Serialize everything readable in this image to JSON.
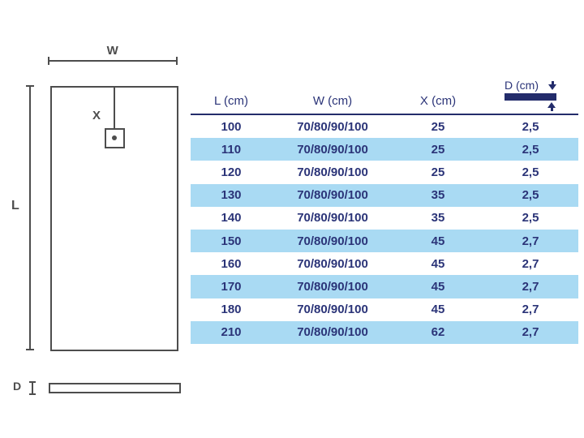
{
  "diagram": {
    "width_label": "W",
    "length_label": "L",
    "drain_position_label": "X",
    "depth_label": "D"
  },
  "table": {
    "headers": [
      {
        "label": "L (cm)"
      },
      {
        "label": "W (cm)"
      },
      {
        "label": "X (cm)"
      },
      {
        "label": "D (cm)"
      }
    ],
    "rows": [
      {
        "l": "100",
        "w": "70/80/90/100",
        "x": "25",
        "d": "2,5",
        "highlighted": false
      },
      {
        "l": "110",
        "w": "70/80/90/100",
        "x": "25",
        "d": "2,5",
        "highlighted": true
      },
      {
        "l": "120",
        "w": "70/80/90/100",
        "x": "25",
        "d": "2,5",
        "highlighted": false
      },
      {
        "l": "130",
        "w": "70/80/90/100",
        "x": "35",
        "d": "2,5",
        "highlighted": true
      },
      {
        "l": "140",
        "w": "70/80/90/100",
        "x": "35",
        "d": "2,5",
        "highlighted": false
      },
      {
        "l": "150",
        "w": "70/80/90/100",
        "x": "45",
        "d": "2,7",
        "highlighted": true
      },
      {
        "l": "160",
        "w": "70/80/90/100",
        "x": "45",
        "d": "2,7",
        "highlighted": false
      },
      {
        "l": "170",
        "w": "70/80/90/100",
        "x": "45",
        "d": "2,7",
        "highlighted": true
      },
      {
        "l": "180",
        "w": "70/80/90/100",
        "x": "45",
        "d": "2,7",
        "highlighted": false
      },
      {
        "l": "210",
        "w": "70/80/90/100",
        "x": "62",
        "d": "2,7",
        "highlighted": true
      }
    ]
  },
  "colors": {
    "navy_text": "#2b3478",
    "navy_bar": "#232c6b",
    "stripe_blue": "#a9daf3",
    "diagram_gray": "#4d4d4d"
  }
}
